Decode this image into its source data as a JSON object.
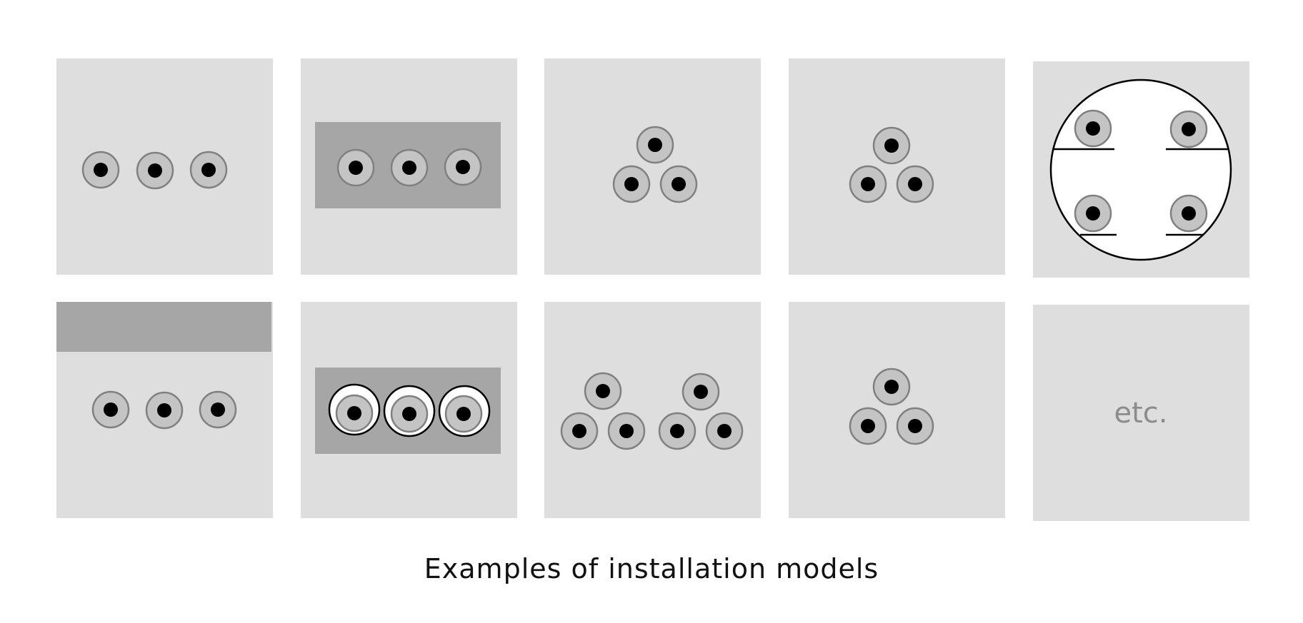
{
  "caption": "Examples of installation models",
  "etc_label": "etc.",
  "colors": {
    "panel": "#dedede",
    "duct": "#a6a6a6",
    "cable_insulation": "#c4c4c4",
    "cable_outline": "#808080",
    "conductor": "#000000",
    "conduit": "#ffffff"
  },
  "panels": [
    {
      "name": "panel-flat-three-cables"
    },
    {
      "name": "panel-flat-in-duct"
    },
    {
      "name": "panel-trefoil"
    },
    {
      "name": "panel-trefoil-2"
    },
    {
      "name": "panel-circular-tray"
    },
    {
      "name": "panel-flat-under-slab"
    },
    {
      "name": "panel-flat-in-conduits-duct"
    },
    {
      "name": "panel-double-trefoil"
    },
    {
      "name": "panel-trefoil-3"
    },
    {
      "name": "panel-etc"
    }
  ]
}
